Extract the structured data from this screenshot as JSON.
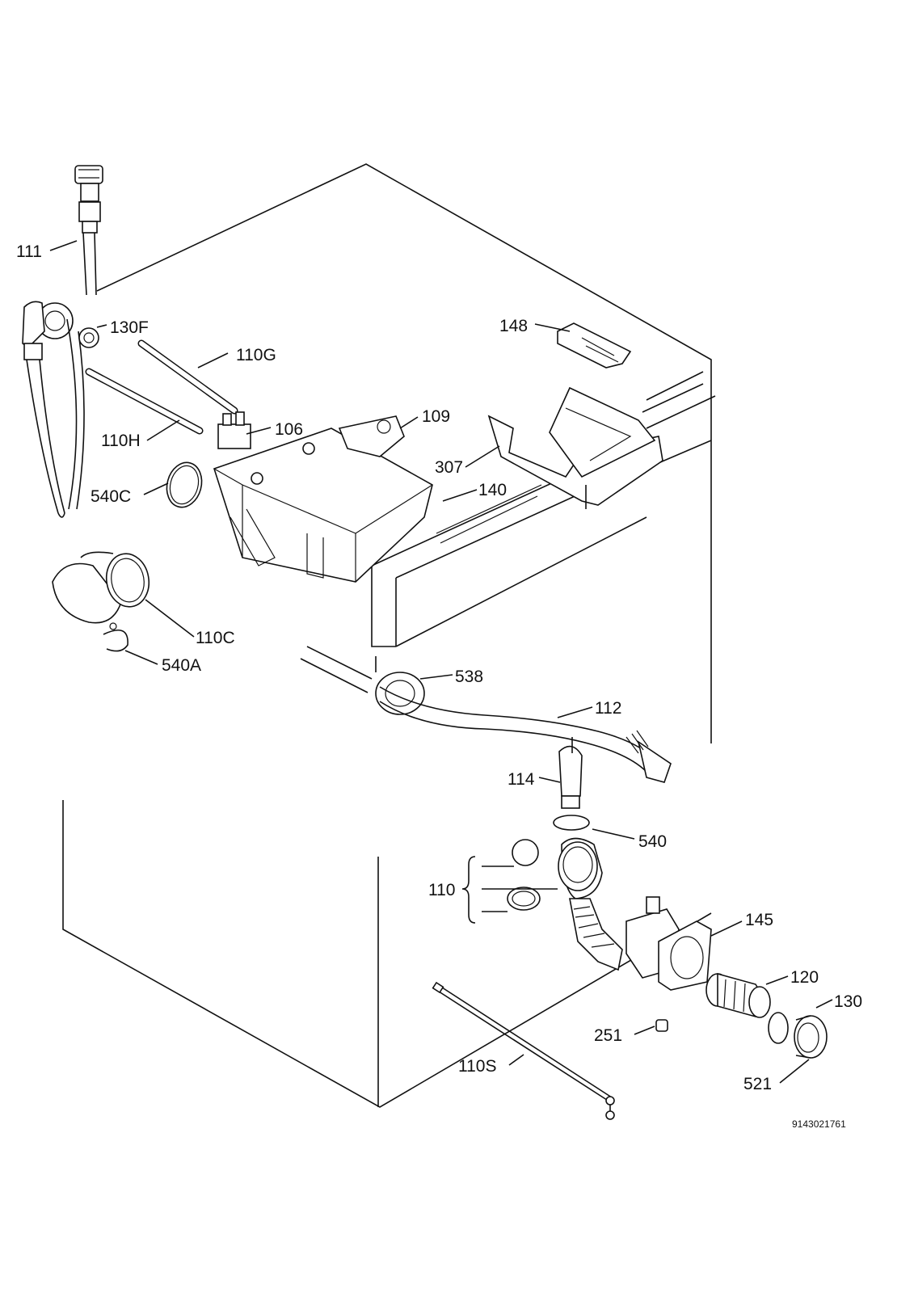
{
  "diagram": {
    "drawing_number": "9143021761",
    "labels": {
      "l111": "111",
      "l130f": "130F",
      "l110g": "110G",
      "l110h": "110H",
      "l106": "106",
      "l109": "109",
      "l148": "148",
      "l307": "307",
      "l140": "140",
      "l540c": "540C",
      "l110c": "110C",
      "l540a": "540A",
      "l538": "538",
      "l112": "112",
      "l114": "114",
      "l540": "540",
      "l110": "110",
      "l145": "145",
      "l120": "120",
      "l130": "130",
      "l251": "251",
      "l110s": "110S",
      "l521": "521"
    }
  }
}
